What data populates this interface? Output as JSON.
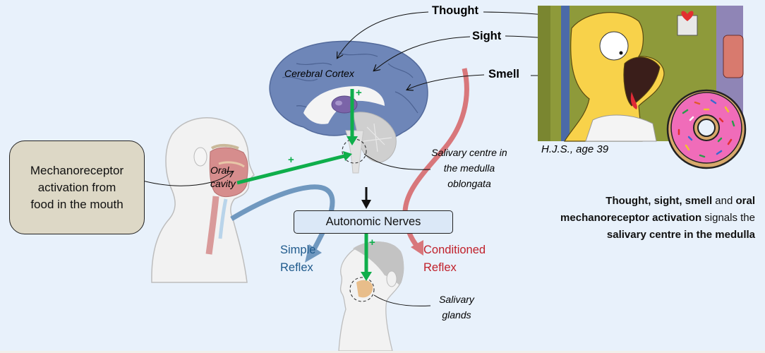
{
  "labels": {
    "thought": "Thought",
    "sight": "Sight",
    "smell": "Smell",
    "cerebral_cortex": "Cerebral Cortex",
    "oral_cavity_line1": "Oral",
    "oral_cavity_line2": "cavity",
    "salivary_centre_line1": "Salivary centre in",
    "salivary_centre_line2": "the medulla",
    "salivary_centre_line3": "oblongata",
    "salivary_glands_line1": "Salivary",
    "salivary_glands_line2": "glands",
    "simple_reflex_line1": "Simple",
    "simple_reflex_line2": "Reflex",
    "conditioned_reflex_line1": "Conditioned",
    "conditioned_reflex_line2": "Reflex",
    "homer_caption": "H.J.S.,  age 39",
    "plus": "+"
  },
  "mechanoreceptor_box": {
    "line1": "Mechanoreceptor",
    "line2": "activation from",
    "line3": "food in the mouth"
  },
  "autonomic_box": {
    "label": "Autonomic Nerves"
  },
  "summary": {
    "p1_bold": "Thought, sight, smell",
    "p2": " and ",
    "p3_bold": "oral mechanoreceptor activation",
    "p4": " signals the ",
    "p5_bold": "salivary centre in the medulla"
  },
  "colors": {
    "background": "#e8f1fb",
    "stimulatory_arrow": "#0fae4b",
    "simple_reflex": "#7098bf",
    "simple_reflex_text": "#1f5a8c",
    "conditioned_reflex": "#d8777b",
    "conditioned_reflex_text": "#c0202a",
    "brain": "#6e86b8"
  }
}
